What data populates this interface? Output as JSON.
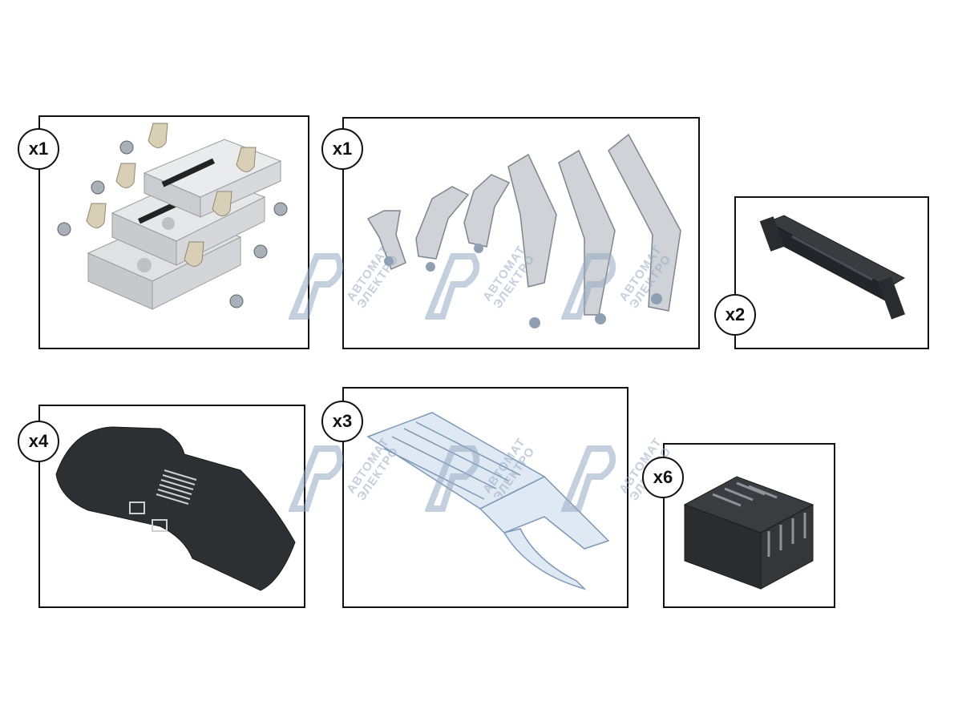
{
  "panels": [
    {
      "id": "fuse-base-assembly",
      "qty": "x1"
    },
    {
      "id": "busbar-brackets",
      "qty": "x1"
    },
    {
      "id": "mounting-rail",
      "qty": "x2"
    },
    {
      "id": "dark-cover-plate",
      "qty": "x4"
    },
    {
      "id": "transparent-cover",
      "qty": "x3"
    },
    {
      "id": "terminal-cap",
      "qty": "x6"
    }
  ],
  "watermark": {
    "line1": "АВТОМАТ",
    "line2": "ЭЛЕКТРО",
    "logo": "ae-logo-icon"
  },
  "colors": {
    "border": "#111111",
    "metal": "#c9ccd0",
    "ceramic": "#e3e4e6",
    "dark_plastic": "#2f3033",
    "clear_plastic": "#b9cfe6",
    "watermark": "#96aac3"
  }
}
